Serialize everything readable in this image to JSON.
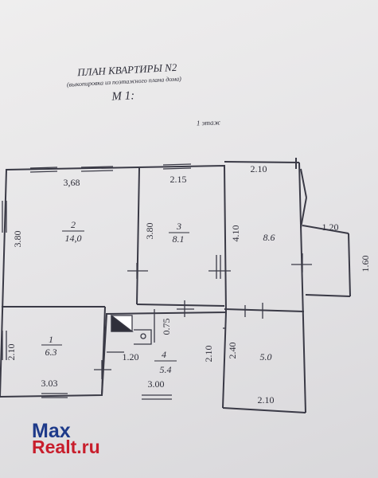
{
  "header": {
    "title": "ПЛАН КВАРТИРЫ N2",
    "subtitle": "(выкопировка из поэтажного плана дома)",
    "scale": "М 1:",
    "floor": "1 этаж"
  },
  "rooms": [
    {
      "number": "2",
      "area": "14,0",
      "width": "3,68",
      "height": "3.80"
    },
    {
      "number": "3",
      "area": "8.1",
      "width": "2.15",
      "height": "3.80"
    },
    {
      "number": "",
      "area": "8.6",
      "width": "2.10",
      "height": "4.10"
    },
    {
      "number": "1",
      "area": "6.3",
      "width": "3.03",
      "height": "2.10"
    },
    {
      "number": "4",
      "area": "5.4",
      "width": "3.00",
      "height": "2.10",
      "width2": "1.20",
      "height2": "0.75"
    },
    {
      "number": "",
      "area": "5.0",
      "width": "2.10",
      "height": "2.40"
    }
  ],
  "porch": {
    "width": "1.20",
    "height": "1.60"
  },
  "watermark": {
    "line1": "Max",
    "line2": "Realt.ru"
  },
  "colors": {
    "ink": "#3a3a46",
    "watermark_blue": "#1e3a8a",
    "watermark_red": "#c81e2c"
  }
}
